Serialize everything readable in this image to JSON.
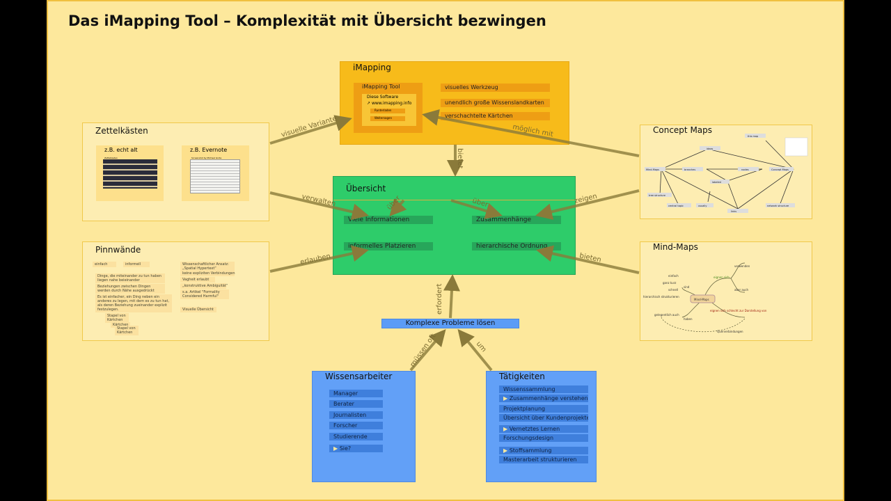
{
  "title": "Das iMapping Tool – Komplexität mit Übersicht bezwingen",
  "imapping": {
    "title": "iMapping",
    "tool_title": "iMapping Tool",
    "software": "Diese Software",
    "link": "www.imapping.info",
    "download": "Runterladen",
    "share": "Weitersagen",
    "features": [
      "visuelles Werkzeug",
      "unendlich große Wissenslandkarten",
      "verschachtelte Kärtchen"
    ]
  },
  "zettel": {
    "title": "Zettelkästen",
    "ex1": "z.B. echt alt",
    "ex1_caption": "Zettelkasten",
    "ex2": "z.B. Evernote",
    "ex2_caption": "Screenshot by Michael Grote"
  },
  "pinn": {
    "title": "Pinnwände",
    "left": [
      "einfach",
      "informell"
    ],
    "notes": [
      "Dinge, die miteinander zu tun haben liegen nahe beieinander",
      "Beziehungen zwischen Dingen werden durch Nähe ausgedrückt",
      "Es ist einfacher, ein Ding neben ein anderes zu legen, mit dem es zu tun hat, als deren Beziehung zueinander explizit festzulegen."
    ],
    "right": [
      "Wissenschaftlicher Ansatz: „Spatial Hypertext“",
      "keine expliziten Verbindungen",
      "Vagheit erlaubt",
      "„konstruktive Ambiguität“",
      "s.a. Artikel \"Formality Considered Harmful\"",
      "Visuelle Übersicht"
    ],
    "stack": [
      "Stapel von Kärtchen",
      "Kärtchen",
      "Stapel von Kärtchen"
    ]
  },
  "uebersicht": {
    "title": "Übersicht",
    "items": [
      "Viele Informationen",
      "Zusammenhänge",
      "informelles Platzieren",
      "hierarchische Ordnung"
    ]
  },
  "concept": {
    "title": "Concept Maps",
    "nodes": [
      "ideas",
      "this map",
      "Mind-Maps",
      "branches",
      "nodes",
      "Concept Maps",
      "labeled",
      "tree structure",
      "central topic",
      "usually",
      "links",
      "network structure"
    ]
  },
  "mind": {
    "title": "Mind-Maps",
    "center": "Mind-Maps",
    "nodes": [
      "einfach",
      "ganz kurz",
      "schnell",
      "hierarchisch strukturieren",
      "sind",
      "eignen sich",
      "verwenden",
      "aber auch",
      "haben",
      "eignen sich schlecht zur Darstellung von",
      "Querverbindungen",
      "gelegentlich auch"
    ]
  },
  "problem": "Komplexe Probleme lösen",
  "wissen": {
    "title": "Wissensarbeiter",
    "items": [
      {
        "label": "Manager",
        "arrow": false
      },
      {
        "label": "Berater",
        "arrow": false
      },
      {
        "label": "Journalisten",
        "arrow": false
      },
      {
        "label": "Forscher",
        "arrow": false
      },
      {
        "label": "Studierende",
        "arrow": false
      },
      {
        "label": "Sie?",
        "arrow": true
      }
    ]
  },
  "taetig": {
    "title": "Tätigkeiten",
    "items": [
      {
        "label": "Wissenssammlung",
        "arrow": false
      },
      {
        "label": "Zusammenhänge verstehen",
        "arrow": true
      },
      {
        "label": "Projektplanung",
        "arrow": false
      },
      {
        "label": "Übersicht über Kundenprojekte",
        "arrow": false
      },
      {
        "label": "Vernetztes Lernen",
        "arrow": true
      },
      {
        "label": "Forschungsdesign",
        "arrow": false
      },
      {
        "label": "Stoffsammlung",
        "arrow": true
      },
      {
        "label": "Masterarbeit strukturieren",
        "arrow": false
      }
    ]
  },
  "edges": {
    "visuelle_variante": "visuelle Variante",
    "moeglich_mit": "möglich mit",
    "bietet": "bietet",
    "verwalten": "verwalten",
    "erlauben": "erlauben",
    "zeigen": "zeigen",
    "bieten": "bieten",
    "ueber1": "über",
    "ueber2": "über",
    "erfordert": "erfordert",
    "muessen_oft": "müssen oft",
    "um": "um"
  },
  "colors": {
    "bg": "#fde89c",
    "imapping": "#f7bb1a",
    "green": "#2ecc6a",
    "blue": "#62a0f7",
    "arrow": "#8a7a3a"
  }
}
